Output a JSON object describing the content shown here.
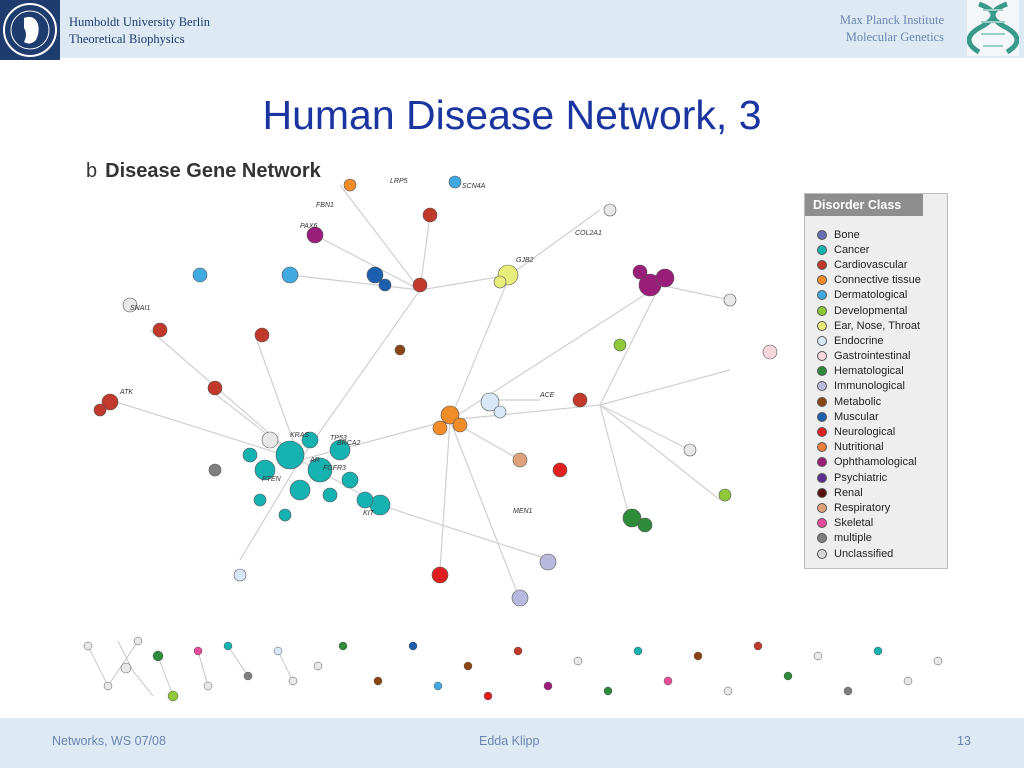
{
  "header": {
    "left_line1": "Humboldt University Berlin",
    "left_line2": "Theoretical Biophysics",
    "right_line1": "Max Planck Institute",
    "right_line2": "Molecular Genetics"
  },
  "slide": {
    "title": "Human Disease Network, 3"
  },
  "figure": {
    "panel_letter": "b",
    "panel_title": "Disease Gene Network",
    "node_labels": [
      "LRP5",
      "SCN4A",
      "FBN1",
      "PAX6",
      "COL2A1",
      "GJB2",
      "SNAI1",
      "ATK",
      "AR",
      "TP53",
      "PTEN",
      "FGFR3",
      "KIT",
      "MEN1",
      "BRCA2",
      "ACE",
      "KRAS"
    ],
    "legend": {
      "title": "Disorder Class",
      "items": [
        {
          "label": "Bone",
          "color": "#6b6fb3"
        },
        {
          "label": "Cancer",
          "color": "#16b2b2"
        },
        {
          "label": "Cardiovascular",
          "color": "#c0392b"
        },
        {
          "label": "Connective tissue",
          "color": "#f28c28"
        },
        {
          "label": "Dermatological",
          "color": "#3fa9e0"
        },
        {
          "label": "Developmental",
          "color": "#8fc93a"
        },
        {
          "label": "Ear, Nose, Throat",
          "color": "#e8ee7a"
        },
        {
          "label": "Endocrine",
          "color": "#d8e8f8"
        },
        {
          "label": "Gastrointestinal",
          "color": "#f7d6dc"
        },
        {
          "label": "Hematological",
          "color": "#2e8b3a"
        },
        {
          "label": "Immunological",
          "color": "#b9b9dd"
        },
        {
          "label": "Metabolic",
          "color": "#8b4513"
        },
        {
          "label": "Muscular",
          "color": "#1b5fae"
        },
        {
          "label": "Neurological",
          "color": "#e02020"
        },
        {
          "label": "Nutritional",
          "color": "#ee7d3a"
        },
        {
          "label": "Ophthamological",
          "color": "#9b1d7a"
        },
        {
          "label": "Psychiatric",
          "color": "#5e2d91"
        },
        {
          "label": "Renal",
          "color": "#5a1010"
        },
        {
          "label": "Respiratory",
          "color": "#e0a07a"
        },
        {
          "label": "Skeletal",
          "color": "#e84b9a"
        },
        {
          "label": "multiple",
          "color": "#7f7f7f"
        },
        {
          "label": "Unclassified",
          "color": "#d8d8d8"
        }
      ]
    }
  },
  "footer": {
    "left": "Networks, WS 07/08",
    "center": "Edda Klipp",
    "page": "13"
  }
}
